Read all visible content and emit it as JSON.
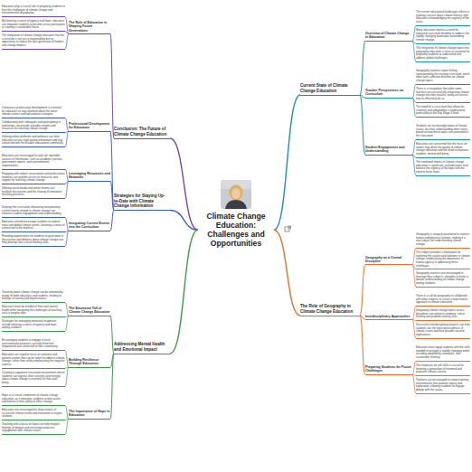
{
  "diagram": {
    "nodes": [
      {
        "text": [
          "Climate Change Education: Challenges and Opportunities"
        ]
      },
      {
        "text": [
          "Conclusion: The Future of Climate Change Education"
        ]
      },
      {
        "text": [
          "The Role of Education in Shaping Future Generations"
        ]
      },
      {
        "text": [
          "Educators play a crucial role in preparing students to face the challenges of climate change and environmental degradation."
        ]
      },
      {
        "text": [
          "By fostering a sense of agency and hope, educators can empower students to become active participants in creating a sustainable future."
        ]
      },
      {
        "text": [
          "The integration of climate change education into the curriculum is not just a responsibility but an opportunity to inspire the next generation of leaders and change-makers."
        ]
      },
      {
        "text": [
          "Strategies for Staying Up-to-Date with Climate Change Information"
        ]
      },
      {
        "text": [
          "Professional Development for Educators"
        ]
      },
      {
        "text": [
          "Continuous professional development is essential for educators to stay informed about the latest climate science and educational strategies."
        ]
      },
      {
        "text": [
          "Collaborating with colleagues and participating in workshops can provide valuable insights and resources for teaching climate change."
        ]
      },
      {
        "text": [
          "Utilizing online platforms and webinars can help educators access high-quality information and stay connected with the broader educational community."
        ]
      },
      {
        "text": [
          "Leveraging Resources and Networks"
        ]
      },
      {
        "text": [
          "Educators are encouraged to seek out reputable sources of information, such as academic journals, government reports, and environmental organizations."
        ]
      },
      {
        "text": [
          "Engaging with subject associations and professional networks can provide access to resources and support for teaching climate change."
        ]
      },
      {
        "text": [
          "Utilizing social media and online forums can facilitate discussions and the sharing of innovative teaching practices."
        ]
      },
      {
        "text": [
          "Integrating Current Events into the Curriculum"
        ]
      },
      {
        "text": [
          "Keeping the curriculum relevant by incorporating current events related to climate change can enhance student engagement and understanding."
        ]
      },
      {
        "text": [
          "Educators should encourage students to explore news and global climate events, fostering a sense of connection to the material."
        ]
      },
      {
        "text": [
          "Providing opportunities for students to participate in discussions and debates about climate change can help develop their critical thinking skills."
        ]
      },
      {
        "text": [
          "Addressing Mental Health and Emotional Impact"
        ]
      },
      {
        "text": [
          "The Emotional Toll of Climate Change Education"
        ]
      },
      {
        "text": [
          "Teaching about climate change can be emotionally taxing for both educators and students, leading to feelings of anxiety and hopelessness."
        ]
      },
      {
        "text": [
          "Educators must be mindful of their own mental health while navigating the challenges of teaching such a weighty topic."
        ]
      },
      {
        "text": [
          "Strategies for managing emotional responses include fostering a sense of agency and hope among students."
        ]
      },
      {
        "text": [
          "Building Resilience Through Education"
        ]
      },
      {
        "text": [
          "Encouraging students to engage in local environmental initiatives can help them feel empowered and connected to their community."
        ]
      },
      {
        "text": [
          "Educators are urged to focus on solutions and positive actions that can be taken to address climate change, rather than solely emphasizing the negative aspects."
        ]
      },
      {
        "text": [
          "Creating a supportive classroom environment where students can express their concerns and feelings about climate change is essential for their well-being."
        ]
      },
      {
        "text": [
          "The Importance of Hope in Education"
        ]
      },
      {
        "text": [
          "Hope is a critical component of climate change education, as it motivates students to take action and believe in their ability to effect change."
        ]
      },
      {
        "text": [
          "Educators are encouraged to share stories of successful climate action and innovation to inspire students."
        ]
      },
      {
        "text": [
          "Teaching with a focus on hope can help mitigate feelings of despair and encourage proactive engagement with climate issues."
        ]
      },
      {
        "text": [
          "Current State of Climate Change Education"
        ]
      },
      {
        "text": [
          "Overview of Climate Change in Education"
        ]
      },
      {
        "text": [
          "The current educational landscape reflects a growing concern about climate literacy, with educators acknowledging the urgency of the issue."
        ]
      },
      {
        "text": [
          "Many educators express a need for improved curriculum flexibility to address the rapidly changing landscape surrounding climate change."
        ]
      },
      {
        "text": [
          "The integration of climate change topics into geography education is seen as essential for preparing students to understand and address global challenges."
        ]
      },
      {
        "text": [
          "Teacher Perspectives on Curriculum"
        ]
      },
      {
        "text": [
          "Geography teachers report feeling constrained by the existing curriculum, which often lacks sufficient direction on climate change topics."
        ]
      },
      {
        "text": [
          "There is a recognition that while some teachers are successfully integrating climate change into their lessons, many are unsure how to effectively do so."
        ]
      },
      {
        "text": [
          "The need for a curriculum that allows for creativity and adaptability is emphasized, particularly at the Key Stage 3 level."
        ]
      },
      {
        "text": [
          "Student Engagement and Understanding"
        ]
      },
      {
        "text": [
          "Students are increasingly aware of climate issues, but their understanding often varies based on how these topics are presented in the classroom."
        ]
      },
      {
        "text": [
          "Educators are concerned that the focus on exams may dilute the quality of climate change education and the need to maintain students' mental well-being."
        ]
      },
      {
        "text": [
          "The emotional impact of climate change education is significant, and educators must balance the urgency of the topic with the need to foster hope."
        ]
      },
      {
        "text": [
          "The Role of Geography in Climate Change Education"
        ]
      },
      {
        "text": [
          "Geography as a Central Discipline"
        ]
      },
      {
        "text": [
          "Geography is uniquely positioned to connect human and physical systems, making it a vital subject for understanding climate change."
        ]
      },
      {
        "text": [
          "The subject provides a framework for exploring the causes and solutions to climate change, emphasizing the importance of human agency in addressing these challenges."
        ]
      },
      {
        "text": [
          "Geography teachers are encouraged to leverage their subject's strengths to foster a deeper understanding of climate change among students."
        ]
      },
      {
        "text": [
          "Interdisciplinary Approaches"
        ]
      },
      {
        "text": [
          "There is a call for geography to collaborate with other subjects to create a more holistic approach to climate education."
        ]
      },
      {
        "text": [
          "Integrating climate change topics across disciplines can enhance students' critical thinking and problem-solving skills."
        ]
      },
      {
        "text": [
          "Successful interdisciplinary projects can help students see the interconnectedness of climate issues and their broader societal implications."
        ]
      },
      {
        "text": [
          "Preparing Students for Future Challenges"
        ]
      },
      {
        "text": [
          "Educators must equip students with the skills needed to navigate a rapidly changing world, including adaptability, teamwork, and sustainable thinking."
        ]
      },
      {
        "text": [
          "The emphasis on soft skills is crucial for fostering a generation of informed and proactive climate citizens."
        ]
      },
      {
        "text": [
          "Teachers are encouraged to create learning environments that promote inquiry and exploration, allowing students to engage deeply with the issues."
        ]
      }
    ],
    "edges": [
      {
        "from": 0,
        "to": 1,
        "arrow": "none"
      },
      {
        "from": 1,
        "to": 2,
        "arrow": "none"
      },
      {
        "from": 2,
        "to": 3,
        "arrow": "none"
      },
      {
        "from": 2,
        "to": 4,
        "arrow": "none"
      },
      {
        "from": 2,
        "to": 5,
        "arrow": "none"
      },
      {
        "from": 0,
        "to": 6,
        "arrow": "none"
      },
      {
        "from": 6,
        "to": 7,
        "arrow": "none"
      },
      {
        "from": 7,
        "to": 8,
        "arrow": "none"
      },
      {
        "from": 7,
        "to": 9,
        "arrow": "none"
      },
      {
        "from": 7,
        "to": 10,
        "arrow": "none"
      },
      {
        "from": 6,
        "to": 11,
        "arrow": "none"
      },
      {
        "from": 11,
        "to": 12,
        "arrow": "none"
      },
      {
        "from": 11,
        "to": 13,
        "arrow": "none"
      },
      {
        "from": 11,
        "to": 14,
        "arrow": "none"
      },
      {
        "from": 6,
        "to": 15,
        "arrow": "none"
      },
      {
        "from": 15,
        "to": 16,
        "arrow": "none"
      },
      {
        "from": 15,
        "to": 17,
        "arrow": "none"
      },
      {
        "from": 15,
        "to": 18,
        "arrow": "none"
      },
      {
        "from": 0,
        "to": 19,
        "arrow": "none"
      },
      {
        "from": 19,
        "to": 20,
        "arrow": "none"
      },
      {
        "from": 20,
        "to": 21,
        "arrow": "none"
      },
      {
        "from": 20,
        "to": 22,
        "arrow": "none"
      },
      {
        "from": 20,
        "to": 23,
        "arrow": "none"
      },
      {
        "from": 19,
        "to": 24,
        "arrow": "none"
      },
      {
        "from": 24,
        "to": 25,
        "arrow": "none"
      },
      {
        "from": 24,
        "to": 26,
        "arrow": "none"
      },
      {
        "from": 24,
        "to": 27,
        "arrow": "none"
      },
      {
        "from": 19,
        "to": 28,
        "arrow": "none"
      },
      {
        "from": 28,
        "to": 29,
        "arrow": "none"
      },
      {
        "from": 28,
        "to": 30,
        "arrow": "none"
      },
      {
        "from": 28,
        "to": 31,
        "arrow": "none"
      },
      {
        "from": 0,
        "to": 32,
        "arrow": "none"
      },
      {
        "from": 32,
        "to": 33,
        "arrow": "none"
      },
      {
        "from": 33,
        "to": 34,
        "arrow": "none"
      },
      {
        "from": 33,
        "to": 35,
        "arrow": "none"
      },
      {
        "from": 33,
        "to": 36,
        "arrow": "none"
      },
      {
        "from": 32,
        "to": 37,
        "arrow": "none"
      },
      {
        "from": 37,
        "to": 38,
        "arrow": "none"
      },
      {
        "from": 37,
        "to": 39,
        "arrow": "none"
      },
      {
        "from": 37,
        "to": 40,
        "arrow": "none"
      },
      {
        "from": 32,
        "to": 41,
        "arrow": "none"
      },
      {
        "from": 41,
        "to": 42,
        "arrow": "none"
      },
      {
        "from": 41,
        "to": 43,
        "arrow": "none"
      },
      {
        "from": 41,
        "to": 44,
        "arrow": "none"
      },
      {
        "from": 0,
        "to": 45,
        "arrow": "none"
      },
      {
        "from": 45,
        "to": 46,
        "arrow": "none"
      },
      {
        "from": 46,
        "to": 47,
        "arrow": "none"
      },
      {
        "from": 46,
        "to": 48,
        "arrow": "none"
      },
      {
        "from": 46,
        "to": 49,
        "arrow": "none"
      },
      {
        "from": 45,
        "to": 50,
        "arrow": "none"
      },
      {
        "from": 50,
        "to": 51,
        "arrow": "none"
      },
      {
        "from": 50,
        "to": 52,
        "arrow": "none"
      },
      {
        "from": 50,
        "to": 53,
        "arrow": "none"
      },
      {
        "from": 45,
        "to": 54,
        "arrow": "none"
      },
      {
        "from": 54,
        "to": 55,
        "arrow": "none"
      },
      {
        "from": 54,
        "to": 56,
        "arrow": "none"
      },
      {
        "from": 54,
        "to": 57,
        "arrow": "none"
      }
    ]
  }
}
